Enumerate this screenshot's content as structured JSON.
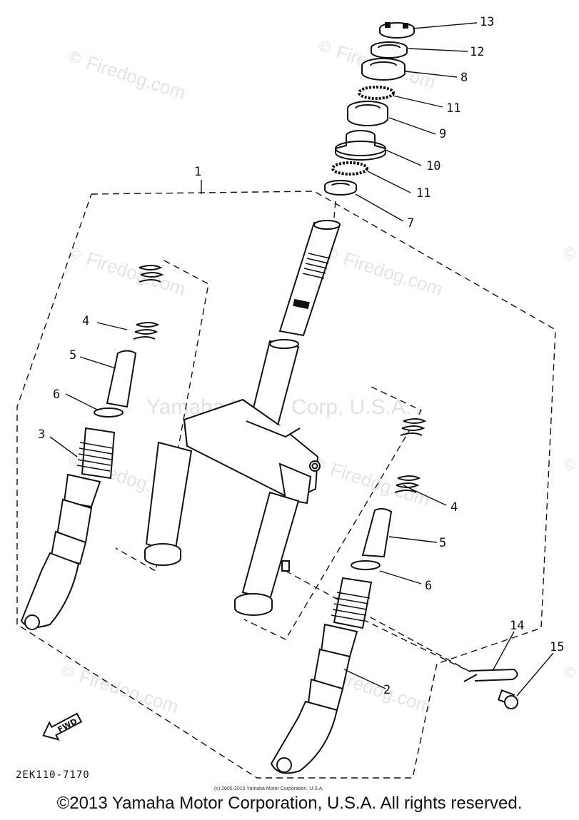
{
  "diagram": {
    "callouts": [
      "1",
      "2",
      "3",
      "4",
      "4",
      "5",
      "5",
      "6",
      "6",
      "7",
      "8",
      "9",
      "10",
      "11",
      "11",
      "12",
      "13",
      "14",
      "15"
    ],
    "diagram_code": "2EK110-7170",
    "fwd_label": "FWD",
    "watermark_main": "Yamaha Motor Corp, U.S.A.",
    "watermark_site": "Firedog.com",
    "watermark_symbol": "©",
    "small_copyright": "(c) 2005-2015 Yamaha Motor Corporation, U.S.A."
  },
  "footer": {
    "copyright": "©2013 Yamaha Motor Corporation, U.S.A. All rights reserved."
  }
}
